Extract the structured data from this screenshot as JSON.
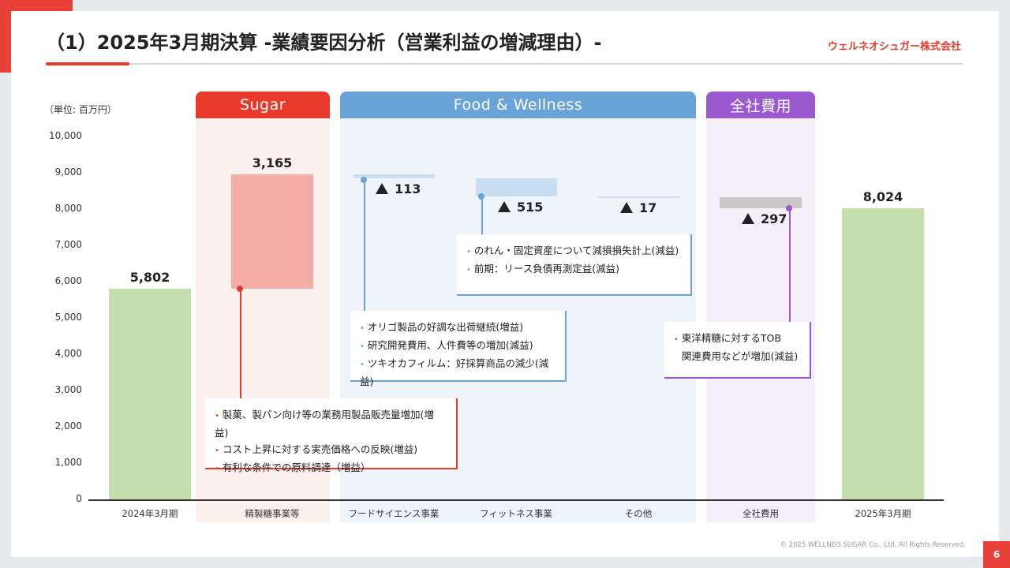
{
  "title": "（1）2025年3月期決算 -業績要因分析（営業利益の増減理由）-",
  "logo": "ウェルネオシュガー株式会社",
  "unit_label": "（単位: 百万円）",
  "panels": {
    "sugar": {
      "label": "Sugar",
      "color": "#e8392a",
      "bg": "#fdf1ef"
    },
    "fw": {
      "label": "Food & Wellness",
      "color": "#6aa3d8",
      "bg": "#eef4fa"
    },
    "corp": {
      "label": "全社費用",
      "color": "#9b59d0",
      "bg": "#f4effa"
    }
  },
  "chart_data": {
    "type": "waterfall",
    "ylim": [
      0,
      10000
    ],
    "yticks": [
      "10,000",
      "9,000",
      "8,000",
      "7,000",
      "6,000",
      "5,000",
      "4,000",
      "3,000",
      "2,000",
      "1,000",
      "0"
    ],
    "categories": [
      "2024年3月期",
      "精製糖事業等",
      "フードサイエンス事業",
      "フィットネス事業",
      "その他",
      "全社費用",
      "2025年3月期"
    ],
    "bars": [
      {
        "kind": "total",
        "value": 5802,
        "label": "5,802",
        "color": "#c4deae"
      },
      {
        "kind": "delta",
        "value": 3165,
        "label": "3,165",
        "color": "#f4ada6"
      },
      {
        "kind": "delta",
        "value": -113,
        "label": "113",
        "color": "#c9def2"
      },
      {
        "kind": "delta",
        "value": -515,
        "label": "515",
        "color": "#c9def2"
      },
      {
        "kind": "delta",
        "value": -17,
        "label": "17",
        "color": "#c9def2"
      },
      {
        "kind": "delta",
        "value": -297,
        "label": "297",
        "color": "#c8c8c8"
      },
      {
        "kind": "total",
        "value": 8024,
        "label": "8,024",
        "color": "#c4deae"
      }
    ]
  },
  "callouts": {
    "sugar": [
      "製菓、製パン向け等の業務用製品販売量増加(増益)",
      "コスト上昇に対する実売価格への反映(増益)",
      "有利な条件での原料調達（増益）"
    ],
    "food_science": [
      "オリゴ製品の好調な出荷継続(増益)",
      "研究開発費用、人件費等の増加(減益)",
      "ツキオカフィルム：好採算商品の減少(減益)"
    ],
    "fitness": [
      "のれん・固定資産について減損損失計上(減益)",
      "前期：リース負債再測定益(減益)"
    ],
    "corporate": [
      "東洋精糖に対するTOB",
      "関連費用などが増加(減益)"
    ]
  },
  "footer": "© 2025 WELLNEO SUGAR Co., Ltd. All Rights Reserved.",
  "page_number": "6"
}
